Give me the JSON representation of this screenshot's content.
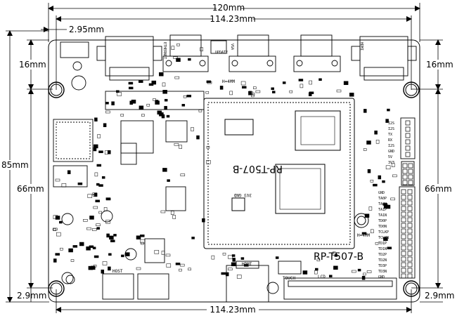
{
  "dimensions": {
    "overall_width": "120mm",
    "inner_width_top": "114.23mm",
    "inner_width_bottom": "114.23mm",
    "left_offset": "2.95mm",
    "overall_height": "85mm",
    "hole_span_left": "66mm",
    "hole_span_right": "66mm",
    "top_offset_left": "16mm",
    "top_offset_right": "16mm",
    "bottom_offset_left": "2.9mm",
    "bottom_offset_right": "2.9mm"
  },
  "board": {
    "module_label": "RP-T507-B",
    "board_label": "RP-T507-B",
    "hole_label_top": "H=4MM",
    "hole_label_bottom": "H=4MM",
    "power_label": "3V3\nGND",
    "connector_labels": [
      "ETHERNET",
      "UPDATE",
      "VGA",
      "HDMI",
      "TOUCH",
      "LCD",
      "MIPI",
      "HOST"
    ],
    "right_header_labels": [
      "GND",
      "TX",
      "RX",
      "5V",
      "3V3",
      "GND"
    ],
    "right_pin_labels": [
      "I2S",
      "I2S",
      "TX",
      "RX",
      "I2S",
      "GND",
      "5V",
      "3V3"
    ],
    "gpio_labels": [
      "GND",
      "TA0P",
      "TA0N",
      "TA1P",
      "TA1N",
      "TD0P",
      "TD0N",
      "TCLKP",
      "TCLKN",
      "TD1P",
      "TD1N",
      "TD2P",
      "TD2N",
      "TD3P",
      "TD3N",
      "GND"
    ]
  }
}
